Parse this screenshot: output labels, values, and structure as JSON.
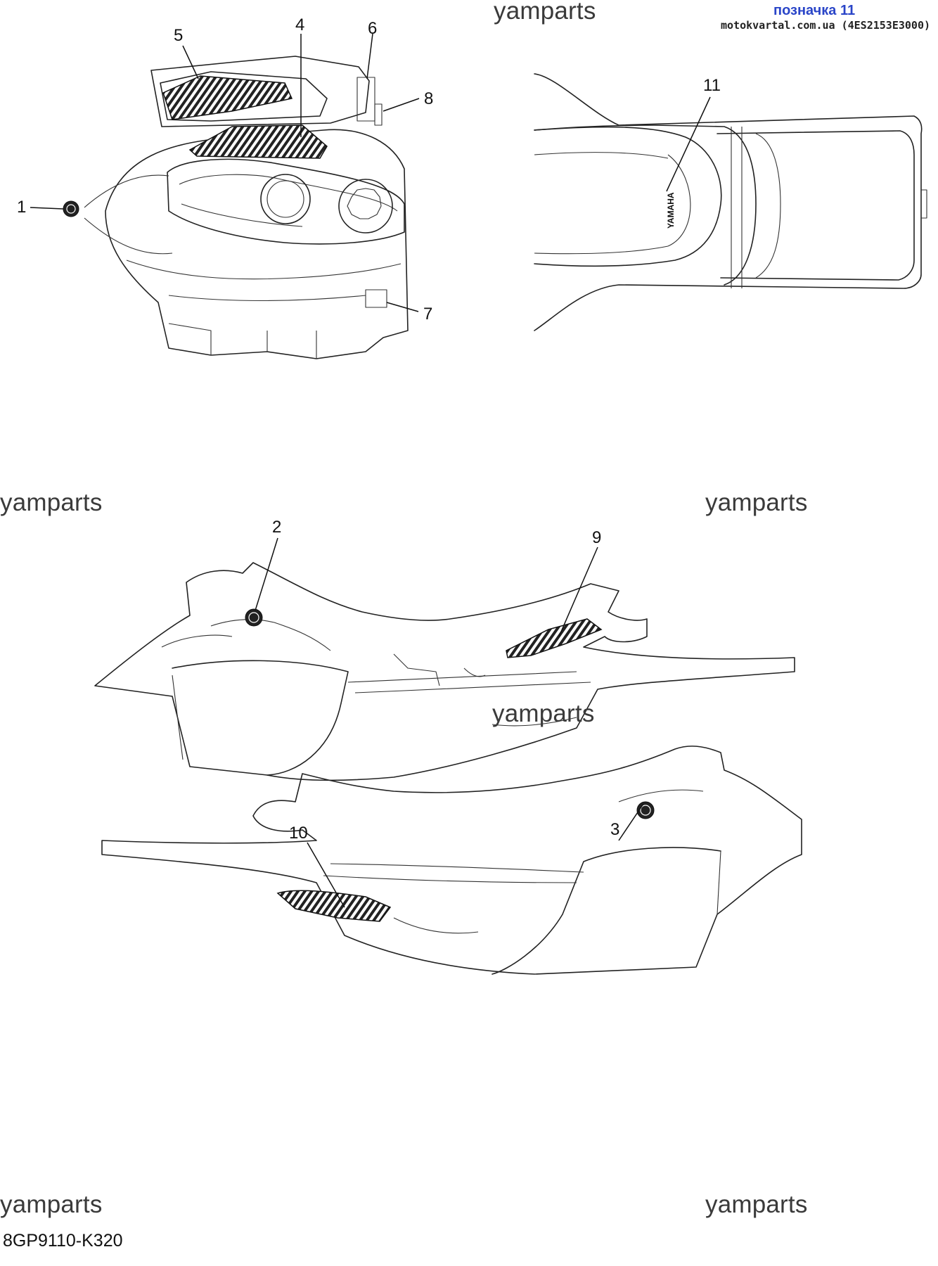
{
  "header": {
    "link_text": "позначка 11",
    "source_text": "motokvartal.com.ua (4ES2153E3000)",
    "link_color": "#2a45c8"
  },
  "watermark": "yamparts",
  "callouts": [
    "1",
    "2",
    "3",
    "4",
    "5",
    "6",
    "7",
    "8",
    "9",
    "10",
    "11"
  ],
  "emblem_text": "YAMAHA",
  "part_code": "8GP9110-K320"
}
